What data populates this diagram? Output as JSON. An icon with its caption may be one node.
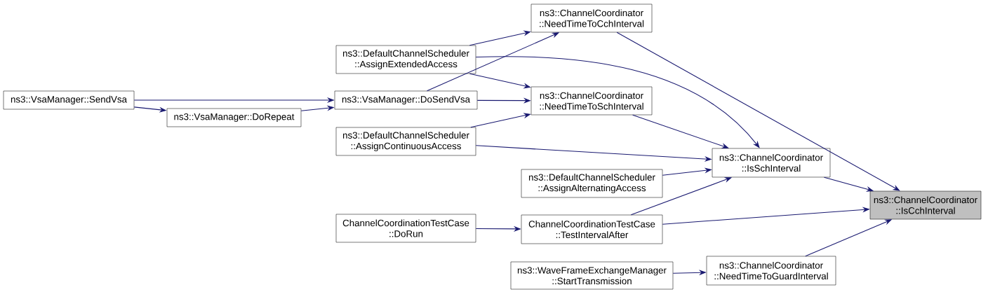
{
  "diagram": {
    "nodes": [
      {
        "text": [
          "ns3::VsaManager::SendVsa"
        ]
      },
      {
        "text": [
          "ns3::VsaManager::DoRepeat"
        ]
      },
      {
        "text": [
          "ns3::DefaultChannelScheduler ::AssignExtendedAccess"
        ]
      },
      {
        "text": [
          "ns3::VsaManager::DoSendVsa"
        ]
      },
      {
        "text": [
          "ns3::DefaultChannelScheduler ::AssignContinuousAccess"
        ]
      },
      {
        "text": [
          "ChannelCoordinationTestCase ::DoRun"
        ]
      },
      {
        "text": [
          "ns3::ChannelCoordinator ::NeedTimeToCchInterval"
        ]
      },
      {
        "text": [
          "ns3::ChannelCoordinator ::NeedTimeToSchInterval"
        ]
      },
      {
        "text": [
          "ns3::DefaultChannelScheduler ::AssignAlternatingAccess"
        ]
      },
      {
        "text": [
          "ChannelCoordinationTestCase ::TestIntervalAfter"
        ]
      },
      {
        "text": [
          "ns3::WaveFrameExchangeManager ::StartTransmission"
        ]
      },
      {
        "text": [
          "ns3::ChannelCoordinator ::IsSchInterval"
        ]
      },
      {
        "text": [
          "ns3::ChannelCoordinator ::NeedTimeToGuardInterval"
        ]
      },
      {
        "text": [
          "ns3::ChannelCoordinator ::IsCchInterval"
        ]
      }
    ],
    "edges": [
      {
        "from": 0,
        "to": 3,
        "arrow": "to"
      },
      {
        "from": 0,
        "to": 1,
        "arrow": "to"
      },
      {
        "from": 1,
        "to": 3,
        "arrow": "to"
      },
      {
        "from": 2,
        "to": 6,
        "arrow": "to"
      },
      {
        "from": 3,
        "to": 6,
        "arrow": "to"
      },
      {
        "from": 2,
        "to": 7,
        "arrow": "to"
      },
      {
        "from": 3,
        "to": 7,
        "arrow": "to"
      },
      {
        "from": 4,
        "to": 7,
        "arrow": "to"
      },
      {
        "from": 2,
        "to": 11,
        "arrow": "to"
      },
      {
        "from": 4,
        "to": 11,
        "arrow": "to"
      },
      {
        "from": 7,
        "to": 11,
        "arrow": "to"
      },
      {
        "from": 8,
        "to": 11,
        "arrow": "to"
      },
      {
        "from": 9,
        "to": 11,
        "arrow": "to"
      },
      {
        "from": 5,
        "to": 9,
        "arrow": "to"
      },
      {
        "from": 10,
        "to": 12,
        "arrow": "to"
      },
      {
        "from": 6,
        "to": 13,
        "arrow": "to"
      },
      {
        "from": 11,
        "to": 13,
        "arrow": "to"
      },
      {
        "from": 9,
        "to": 13,
        "arrow": "to"
      },
      {
        "from": 12,
        "to": 13,
        "arrow": "to"
      }
    ]
  }
}
